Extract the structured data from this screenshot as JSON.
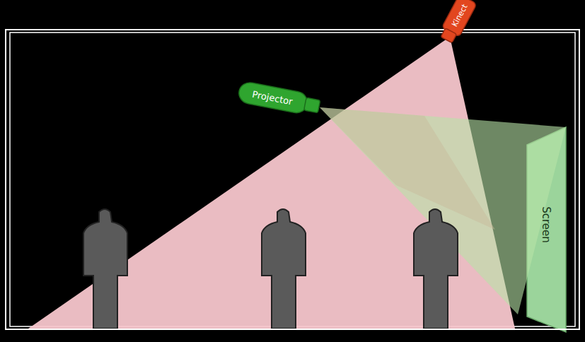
{
  "diagram": {
    "nodes": [
      {
        "text": [
          "Projector"
        ]
      },
      {
        "text": [
          "Kinect"
        ]
      },
      {
        "text": [
          "Screen"
        ]
      }
    ]
  }
}
